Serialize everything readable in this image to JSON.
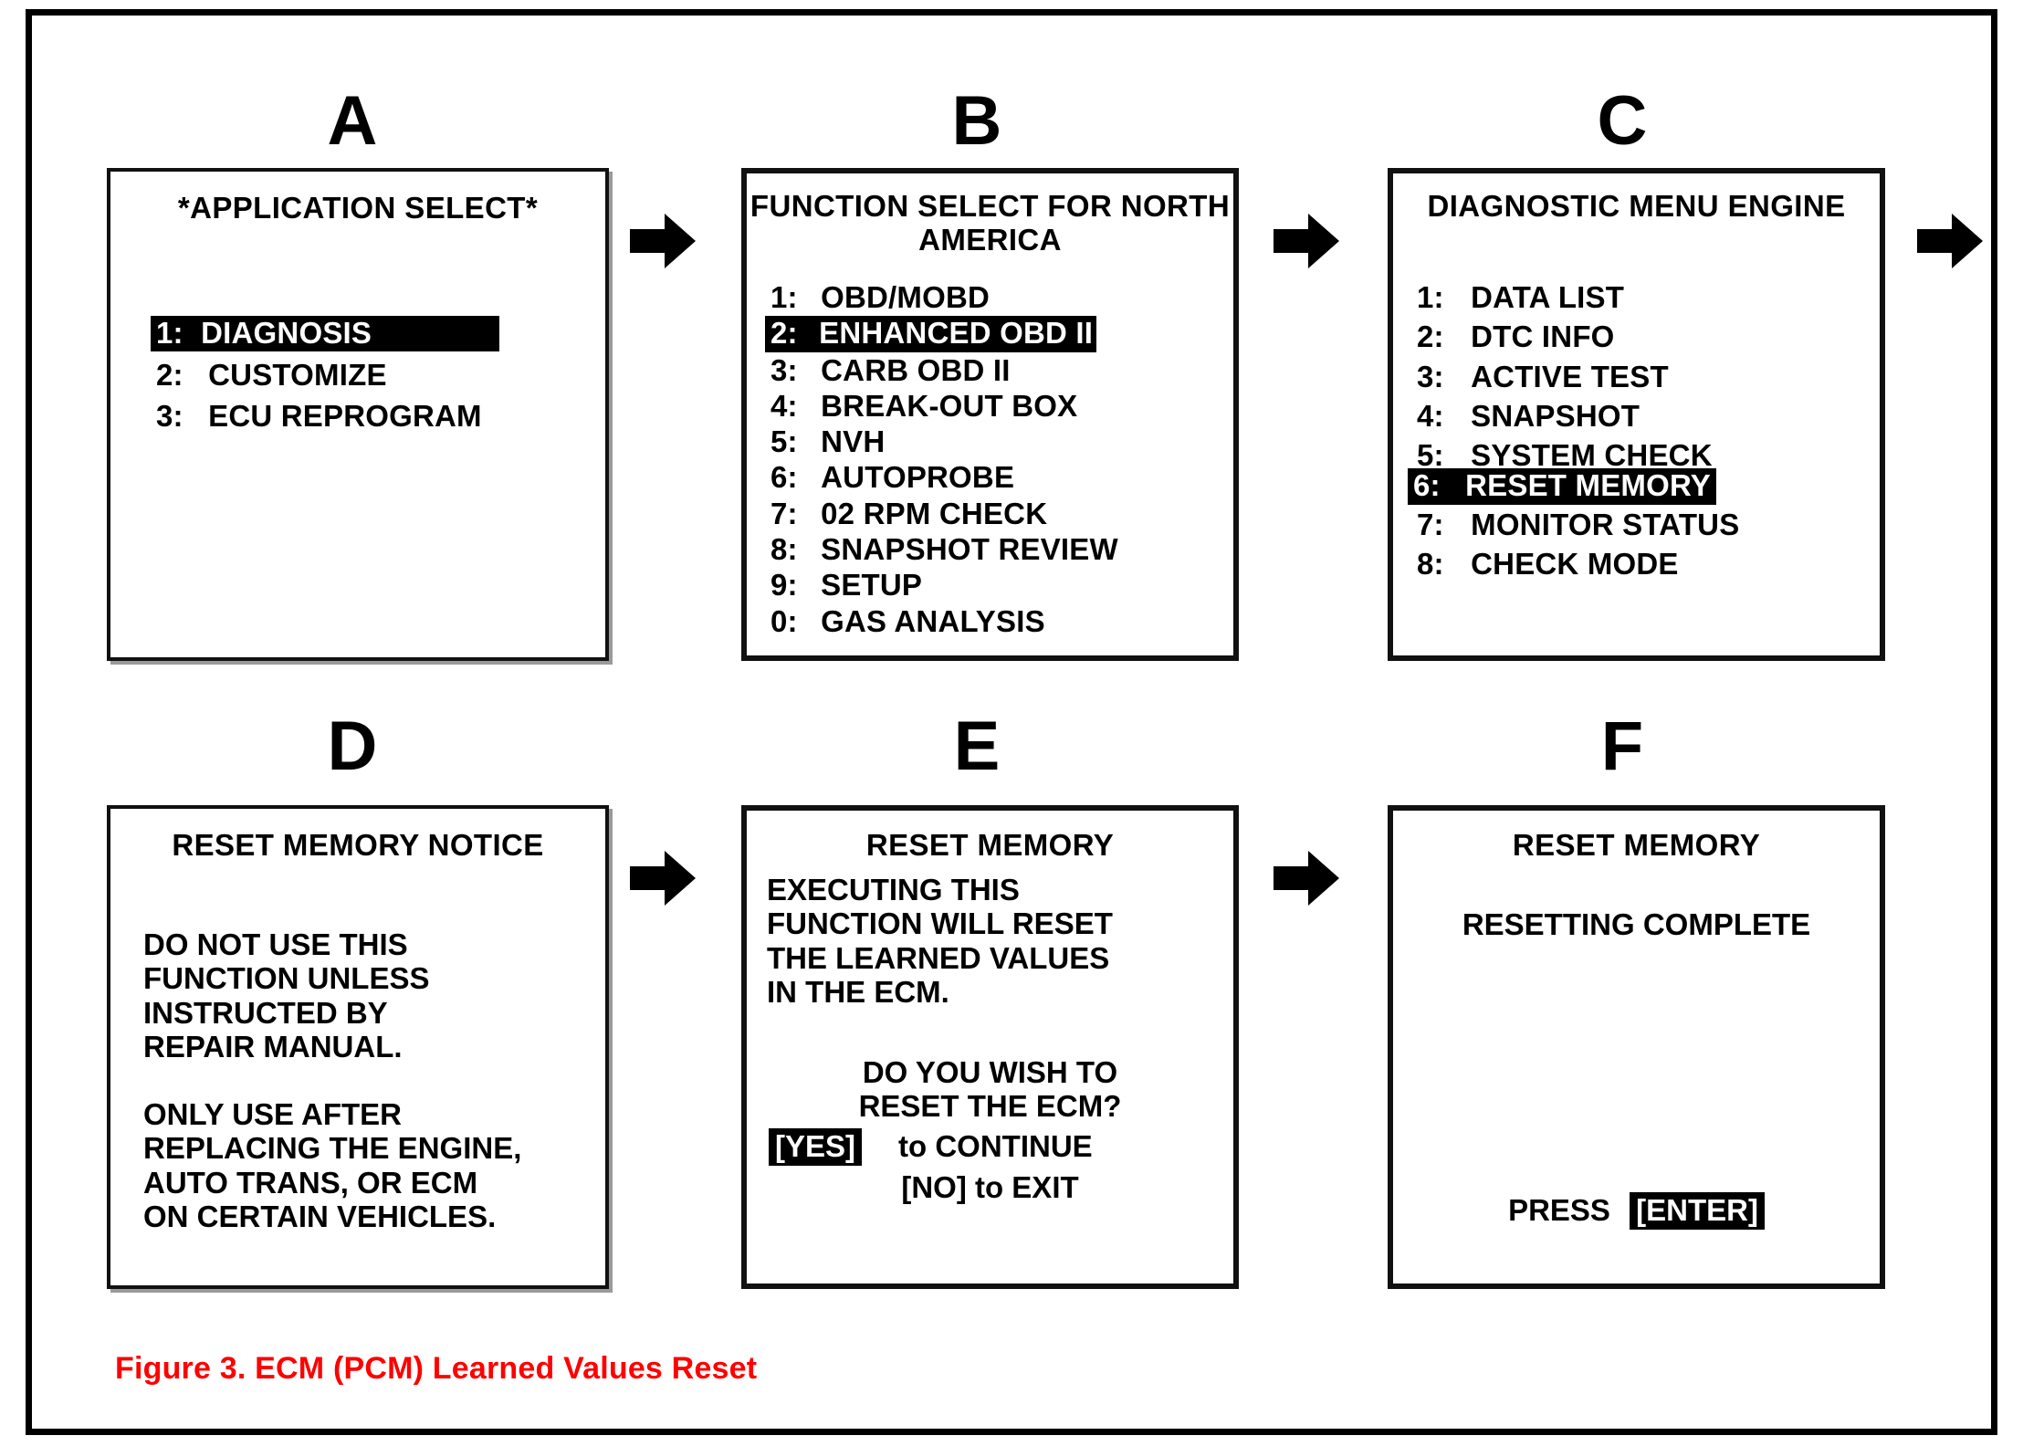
{
  "figure": {
    "caption": "Figure 3. ECM (PCM) Learned Values Reset",
    "caption_color": "#ff0000",
    "highlight_bg": "#000000",
    "highlight_fg": "#ffffff"
  },
  "panels": [
    {
      "letter": "A",
      "title": "*APPLICATION SELECT*",
      "items": [
        {
          "num": "1:",
          "label": "DIAGNOSIS",
          "highlighted": true
        },
        {
          "num": "2:",
          "label": "CUSTOMIZE",
          "highlighted": false
        },
        {
          "num": "3:",
          "label": "ECU REPROGRAM",
          "highlighted": false
        }
      ]
    },
    {
      "letter": "B",
      "title": "FUNCTION SELECT FOR\nNORTH AMERICA",
      "items": [
        {
          "num": "1:",
          "label": "OBD/MOBD",
          "highlighted": false
        },
        {
          "num": "2:",
          "label": "ENHANCED OBD II",
          "highlighted": true
        },
        {
          "num": "3:",
          "label": "CARB OBD II",
          "highlighted": false
        },
        {
          "num": "4:",
          "label": "BREAK-OUT BOX",
          "highlighted": false
        },
        {
          "num": "5:",
          "label": "NVH",
          "highlighted": false
        },
        {
          "num": "6:",
          "label": "AUTOPROBE",
          "highlighted": false
        },
        {
          "num": "7:",
          "label": "02 RPM CHECK",
          "highlighted": false
        },
        {
          "num": "8:",
          "label": "SNAPSHOT REVIEW",
          "highlighted": false
        },
        {
          "num": "9:",
          "label": "SETUP",
          "highlighted": false
        },
        {
          "num": "0:",
          "label": "GAS ANALYSIS",
          "highlighted": false
        }
      ]
    },
    {
      "letter": "C",
      "title": "DIAGNOSTIC MENU\nENGINE",
      "items": [
        {
          "num": "1:",
          "label": "DATA LIST",
          "highlighted": false
        },
        {
          "num": "2:",
          "label": "DTC INFO",
          "highlighted": false
        },
        {
          "num": "3:",
          "label": "ACTIVE TEST",
          "highlighted": false
        },
        {
          "num": "4:",
          "label": "SNAPSHOT",
          "highlighted": false
        },
        {
          "num": "5:",
          "label": "SYSTEM CHECK",
          "highlighted": false
        },
        {
          "num": "6:",
          "label": "RESET MEMORY",
          "highlighted": true
        },
        {
          "num": "7:",
          "label": "MONITOR STATUS",
          "highlighted": false
        },
        {
          "num": "8:",
          "label": "CHECK MODE",
          "highlighted": false
        }
      ]
    },
    {
      "letter": "D",
      "title": "RESET MEMORY\nNOTICE",
      "paragraph1": "DO NOT USE THIS\nFUNCTION UNLESS\nINSTRUCTED BY\nREPAIR MANUAL.",
      "paragraph2": "ONLY USE AFTER\nREPLACING THE ENGINE,\nAUTO TRANS, OR ECM\nON CERTAIN VEHICLES."
    },
    {
      "letter": "E",
      "title": "RESET MEMORY",
      "paragraph1": "EXECUTING THIS\nFUNCTION WILL RESET\nTHE LEARNED VALUES\nIN THE ECM.",
      "question": "DO YOU WISH TO\nRESET THE ECM?",
      "option_yes_key": "[YES]",
      "option_yes_text": "to CONTINUE",
      "option_no_key": "[NO]",
      "option_no_text": "to EXIT"
    },
    {
      "letter": "F",
      "title": "RESET MEMORY",
      "status": "RESETTING COMPLETE",
      "prompt_prefix": "PRESS",
      "prompt_key": "[ENTER]"
    }
  ],
  "arrows": [
    {
      "name": "arrow-a-to-b"
    },
    {
      "name": "arrow-b-to-c"
    },
    {
      "name": "arrow-c-to-next"
    },
    {
      "name": "arrow-d-to-e"
    },
    {
      "name": "arrow-e-to-f"
    }
  ]
}
